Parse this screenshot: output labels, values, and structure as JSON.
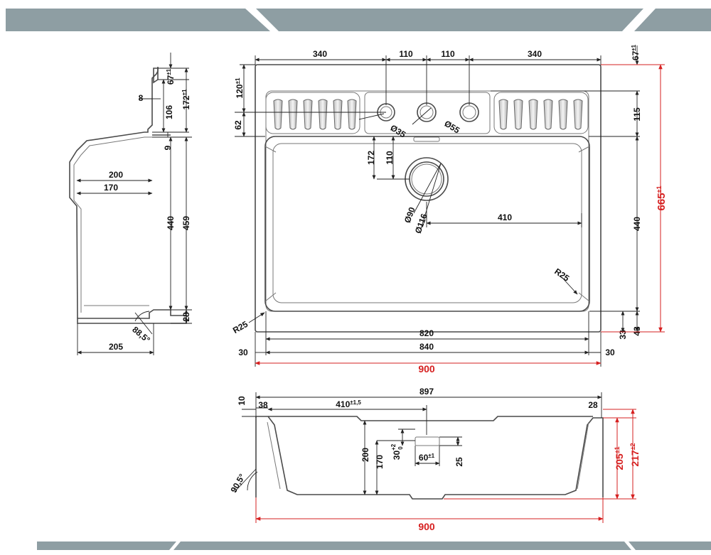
{
  "top_view": {
    "width_segments": [
      "340",
      "110",
      "110",
      "340"
    ],
    "ledge_top": "67",
    "ledge_top_tol": "±1",
    "ledge_back": "120",
    "ledge_back_tol": "±1",
    "faucet_small": "62",
    "shelf_depth": "115",
    "hole_small": "Ø35",
    "hole_big": "Ø55",
    "drain_from_back": "172",
    "drain_from_bowl": "110",
    "drain_inner": "Ø90",
    "drain_outer": "Ø116",
    "drain_offset": "410",
    "bowl_depth": "440",
    "overall_depth": "665",
    "overall_depth_tol": "±1",
    "radius_inner": "R25",
    "radius_outer": "R25",
    "bowl_width": "820",
    "inner_width": "840",
    "side_left": "30",
    "side_right": "30",
    "overall_width": "900",
    "front_a": "33",
    "front_b": "43"
  },
  "side_view": {
    "ledge_67": "67",
    "ledge_67_tol": "±1",
    "lip": "8",
    "step_106": "106",
    "total_172": "172",
    "total_172_tol": "±1",
    "gap_9": "9",
    "depth_200": "200",
    "depth_170": "170",
    "bowl_440": "440",
    "total_459": "459",
    "bottom_28": "28",
    "angle": "88,5°",
    "base_205": "205"
  },
  "front_view": {
    "top_897": "897",
    "thick_10": "10",
    "edge_left": "38",
    "edge_right": "28",
    "drain_pos": "410",
    "drain_pos_tol": "±1,5",
    "depth_200": "200",
    "depth_170": "170",
    "overflow_30": "30",
    "overflow_30_tol_top": "+2",
    "overflow_30_tol_bot": "0",
    "overflow_60": "60",
    "overflow_60_tol": "±1",
    "overflow_25": "25",
    "angle": "90,5°",
    "height_205": "205",
    "height_205_tol": "±1",
    "height_217": "217",
    "height_217_tol": "±2",
    "width_900": "900"
  },
  "colors": {
    "banner": "#8e9ea3",
    "accent_red": "#d62020",
    "outline": "#4a4a4a"
  }
}
